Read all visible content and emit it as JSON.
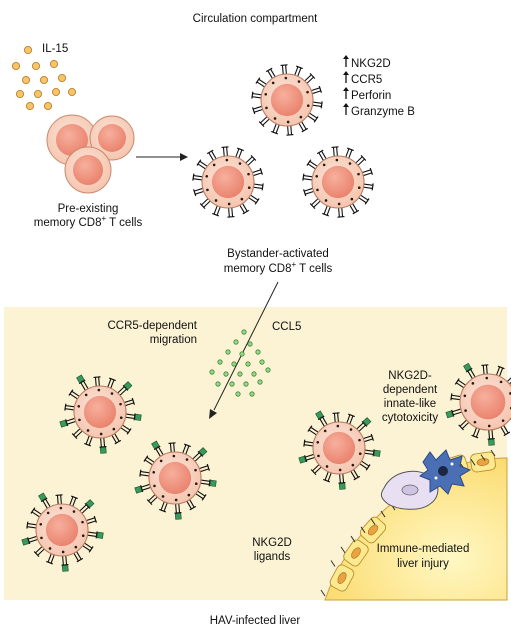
{
  "compartments": {
    "circulation": "Circulation compartment",
    "liver": "HAV-infected liver"
  },
  "labels": {
    "il15": "IL-15",
    "pre_existing_line1": "Pre-existing",
    "pre_existing_line2_a": "memory CD8",
    "pre_existing_line2_sup": "+",
    "pre_existing_line2_b": " T cells",
    "bystander_line1": "Bystander-activated",
    "bystander_line2_a": "memory CD8",
    "bystander_line2_sup": "+",
    "bystander_line2_b": " T cells",
    "ccr5_migration_line1": "CCR5-dependent",
    "ccr5_migration_line2": "migration",
    "ccl5": "CCL5",
    "nkg2d_cyto_line1": "NKG2D-",
    "nkg2d_cyto_line2": "dependent",
    "nkg2d_cyto_line3": "innate-like",
    "nkg2d_cyto_line4": "cytotoxicity",
    "nkg2d_ligands_line1": "NKG2D",
    "nkg2d_ligands_line2": "ligands",
    "injury_line1": "Immune-mediated",
    "injury_line2": "liver injury"
  },
  "upregulated": [
    "NKG2D",
    "CCR5",
    "Perforin",
    "Granzyme B"
  ],
  "colors": {
    "liver_bg": "#fbf3d3",
    "cell_outer": "#f8d5c4",
    "cell_nucleus": "#f0907c",
    "il15_dot": "#f2b64a",
    "ccl5_dot": "#7ac66e",
    "ligand_green": "#3b9a5a",
    "hepatocyte_yellow": "#fde789",
    "hepatocyte_nucleus": "#e9a441",
    "dc_blue": "#4a6fb5",
    "apoptotic_lilac": "#e3dbf0"
  }
}
